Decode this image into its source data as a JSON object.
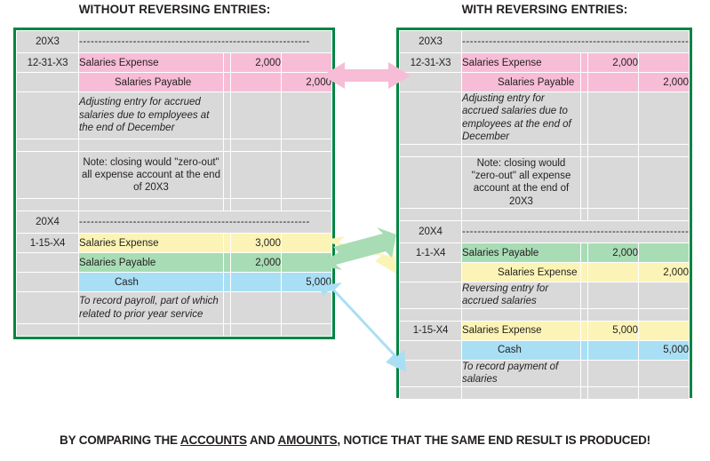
{
  "headings": {
    "left": "WITHOUT REVERSING ENTRIES:",
    "right": "WITH REVERSING ENTRIES:"
  },
  "colors": {
    "border_green": "#008542",
    "cell_gray": "#d9d9d9",
    "account_red": "#a32638",
    "year_blue": "#3aa6dd",
    "pink": "#f7bcd6",
    "yellow": "#fbf4b6",
    "green": "#a8dcb4",
    "blue": "#a9dff4"
  },
  "dash_line": "------------------------------------------------------------",
  "left_journal": {
    "rows": [
      {
        "type": "year",
        "date": "20X3",
        "dashes": true
      },
      {
        "type": "entry",
        "date": "12-31-X3",
        "account": "Salaries Expense",
        "indent": 0,
        "debit": "2,000",
        "credit": "",
        "color": "pink"
      },
      {
        "type": "entry",
        "date": "",
        "account": "Salaries Payable",
        "indent": 1,
        "debit": "",
        "credit": "2,000",
        "color": "pink"
      },
      {
        "type": "note",
        "text": "Adjusting entry for accrued salaries due to employees at the end of December",
        "align": "left"
      },
      {
        "type": "blank"
      },
      {
        "type": "note",
        "text": "Note: closing would \"zero-out\" all expense account at the end of 20X3",
        "align": "center"
      },
      {
        "type": "blank"
      },
      {
        "type": "year",
        "date": "20X4",
        "dashes": true
      },
      {
        "type": "entry",
        "date": "1-15-X4",
        "account": "Salaries Expense",
        "indent": 0,
        "debit": "3,000",
        "credit": "",
        "color": "yellow"
      },
      {
        "type": "entry",
        "date": "",
        "account": "Salaries Payable",
        "indent": 0,
        "debit": "2,000",
        "credit": "",
        "color": "green"
      },
      {
        "type": "entry",
        "date": "",
        "account": "Cash",
        "indent": 1,
        "debit": "",
        "credit": "5,000",
        "color": "blue"
      },
      {
        "type": "note",
        "text": "To record payroll, part of which related to prior year service",
        "align": "left"
      },
      {
        "type": "blank"
      }
    ]
  },
  "right_journal": {
    "rows": [
      {
        "type": "year",
        "date": "20X3",
        "dashes": true
      },
      {
        "type": "entry",
        "date": "12-31-X3",
        "account": "Salaries Expense",
        "indent": 0,
        "debit": "2,000",
        "credit": "",
        "color": "pink"
      },
      {
        "type": "entry",
        "date": "",
        "account": "Salaries Payable",
        "indent": 1,
        "debit": "",
        "credit": "2,000",
        "color": "pink"
      },
      {
        "type": "note",
        "text": "Adjusting entry for accrued salaries due to employees at the end of December",
        "align": "left"
      },
      {
        "type": "blank"
      },
      {
        "type": "note",
        "text": "Note: closing would \"zero-out\" all expense account at the end of 20X3",
        "align": "center"
      },
      {
        "type": "blank"
      },
      {
        "type": "year",
        "date": "20X4",
        "dashes": true
      },
      {
        "type": "entry",
        "date": "1-1-X4",
        "account": "Salaries Payable",
        "indent": 0,
        "debit": "2,000",
        "credit": "",
        "color": "green"
      },
      {
        "type": "entry",
        "date": "",
        "account": "Salaries Expense",
        "indent": 1,
        "debit": "",
        "credit": "2,000",
        "color": "yellow"
      },
      {
        "type": "note",
        "text": "Reversing entry for accrued salaries",
        "align": "left"
      },
      {
        "type": "blank"
      },
      {
        "type": "entry",
        "date": "1-15-X4",
        "account": "Salaries Expense",
        "indent": 0,
        "debit": "5,000",
        "credit": "",
        "color": "yellow"
      },
      {
        "type": "entry",
        "date": "",
        "account": "Cash",
        "indent": 1,
        "debit": "",
        "credit": "5,000",
        "color": "blue"
      },
      {
        "type": "note",
        "text": "To record payment of salaries",
        "align": "left"
      },
      {
        "type": "blank"
      }
    ]
  },
  "arrows": [
    {
      "name": "pink-compare-arrow",
      "color": "#f7bcd6"
    },
    {
      "name": "yellow-compare-arrow",
      "color": "#fbf4b6"
    },
    {
      "name": "green-compare-arrow",
      "color": "#a8dcb4"
    },
    {
      "name": "blue-compare-arrow",
      "color": "#a9dff4"
    }
  ],
  "caption": {
    "part1": "BY COMPARING THE ",
    "word1": "ACCOUNTS",
    "part2": " AND ",
    "word2": "AMOUNTS",
    "part3": ", NOTICE THAT THE SAME END RESULT IS PRODUCED!"
  }
}
